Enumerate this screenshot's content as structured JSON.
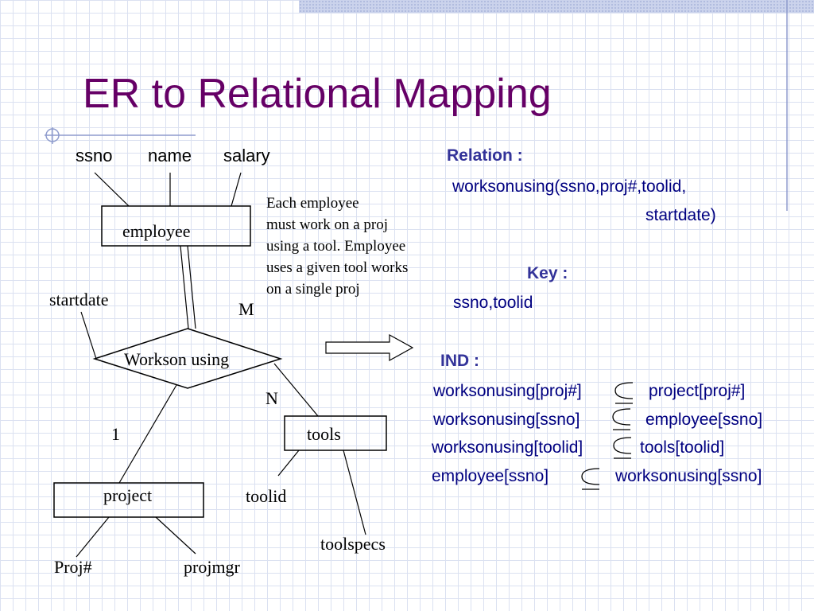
{
  "title": "ER to Relational Mapping",
  "diagram": {
    "attributes": {
      "ssno": "ssno",
      "name": "name",
      "salary": "salary",
      "startdate": "startdate",
      "toolid": "toolid",
      "toolspecs": "toolspecs",
      "proj_no": "Proj#",
      "projmgr": "projmgr"
    },
    "entities": {
      "employee": "employee",
      "tools": "tools",
      "project": "project"
    },
    "relationship": "Workson using",
    "cardinalities": {
      "employee": "M",
      "tools": "N",
      "project": "1"
    },
    "note_lines": [
      "Each employee",
      "must work on a proj",
      "using a tool. Employee",
      "uses  a given tool works",
      "on a single proj"
    ]
  },
  "relational": {
    "relation_heading": "Relation :",
    "relation_line1": "worksonusing(ssno,proj#,toolid,",
    "relation_line2": "startdate)",
    "key_heading": "Key  :",
    "key_value": "ssno,toolid",
    "ind_heading": "IND  :",
    "ind_rows": [
      {
        "lhs": "worksonusing[proj#]",
        "rhs": "project[proj#]"
      },
      {
        "lhs": "worksonusing[ssno]",
        "rhs": "employee[ssno]"
      },
      {
        "lhs": "worksonusing[toolid]",
        "rhs": "tools[toolid]"
      },
      {
        "lhs": "employee[ssno]",
        "rhs": "worksonusing[ssno]"
      }
    ]
  },
  "colors": {
    "title": "#660066",
    "relational_text": "#000080",
    "headings": "#333399",
    "decor_line": "#8f9ccd"
  }
}
